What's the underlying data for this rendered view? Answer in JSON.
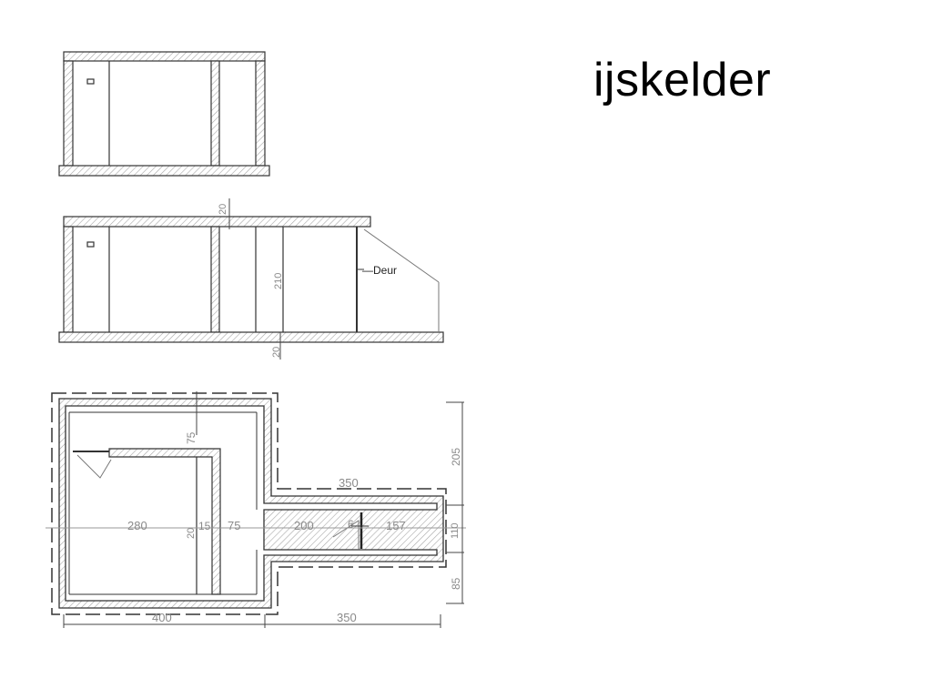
{
  "slide": {
    "title": "ijskelder"
  },
  "section_view": {
    "door_label": "—Deur"
  },
  "dimensions": {
    "wall_top": "20",
    "height_210": "210",
    "wall_bottom": "20",
    "depth_75": "75",
    "width_280": "280",
    "wall_a": "20",
    "wall_b": "15",
    "depth_75b": "75",
    "corridor_350_top": "350",
    "corridor_200": "200",
    "corridor_6": "6",
    "corridor_157": "157",
    "right_205": "205",
    "right_110": "110",
    "right_85": "85",
    "bottom_400": "400",
    "bottom_350": "350"
  },
  "colors": {
    "line": "#222222",
    "hatch": "#9a9a9a",
    "dimension": "#8a8a8a",
    "background": "#ffffff"
  }
}
